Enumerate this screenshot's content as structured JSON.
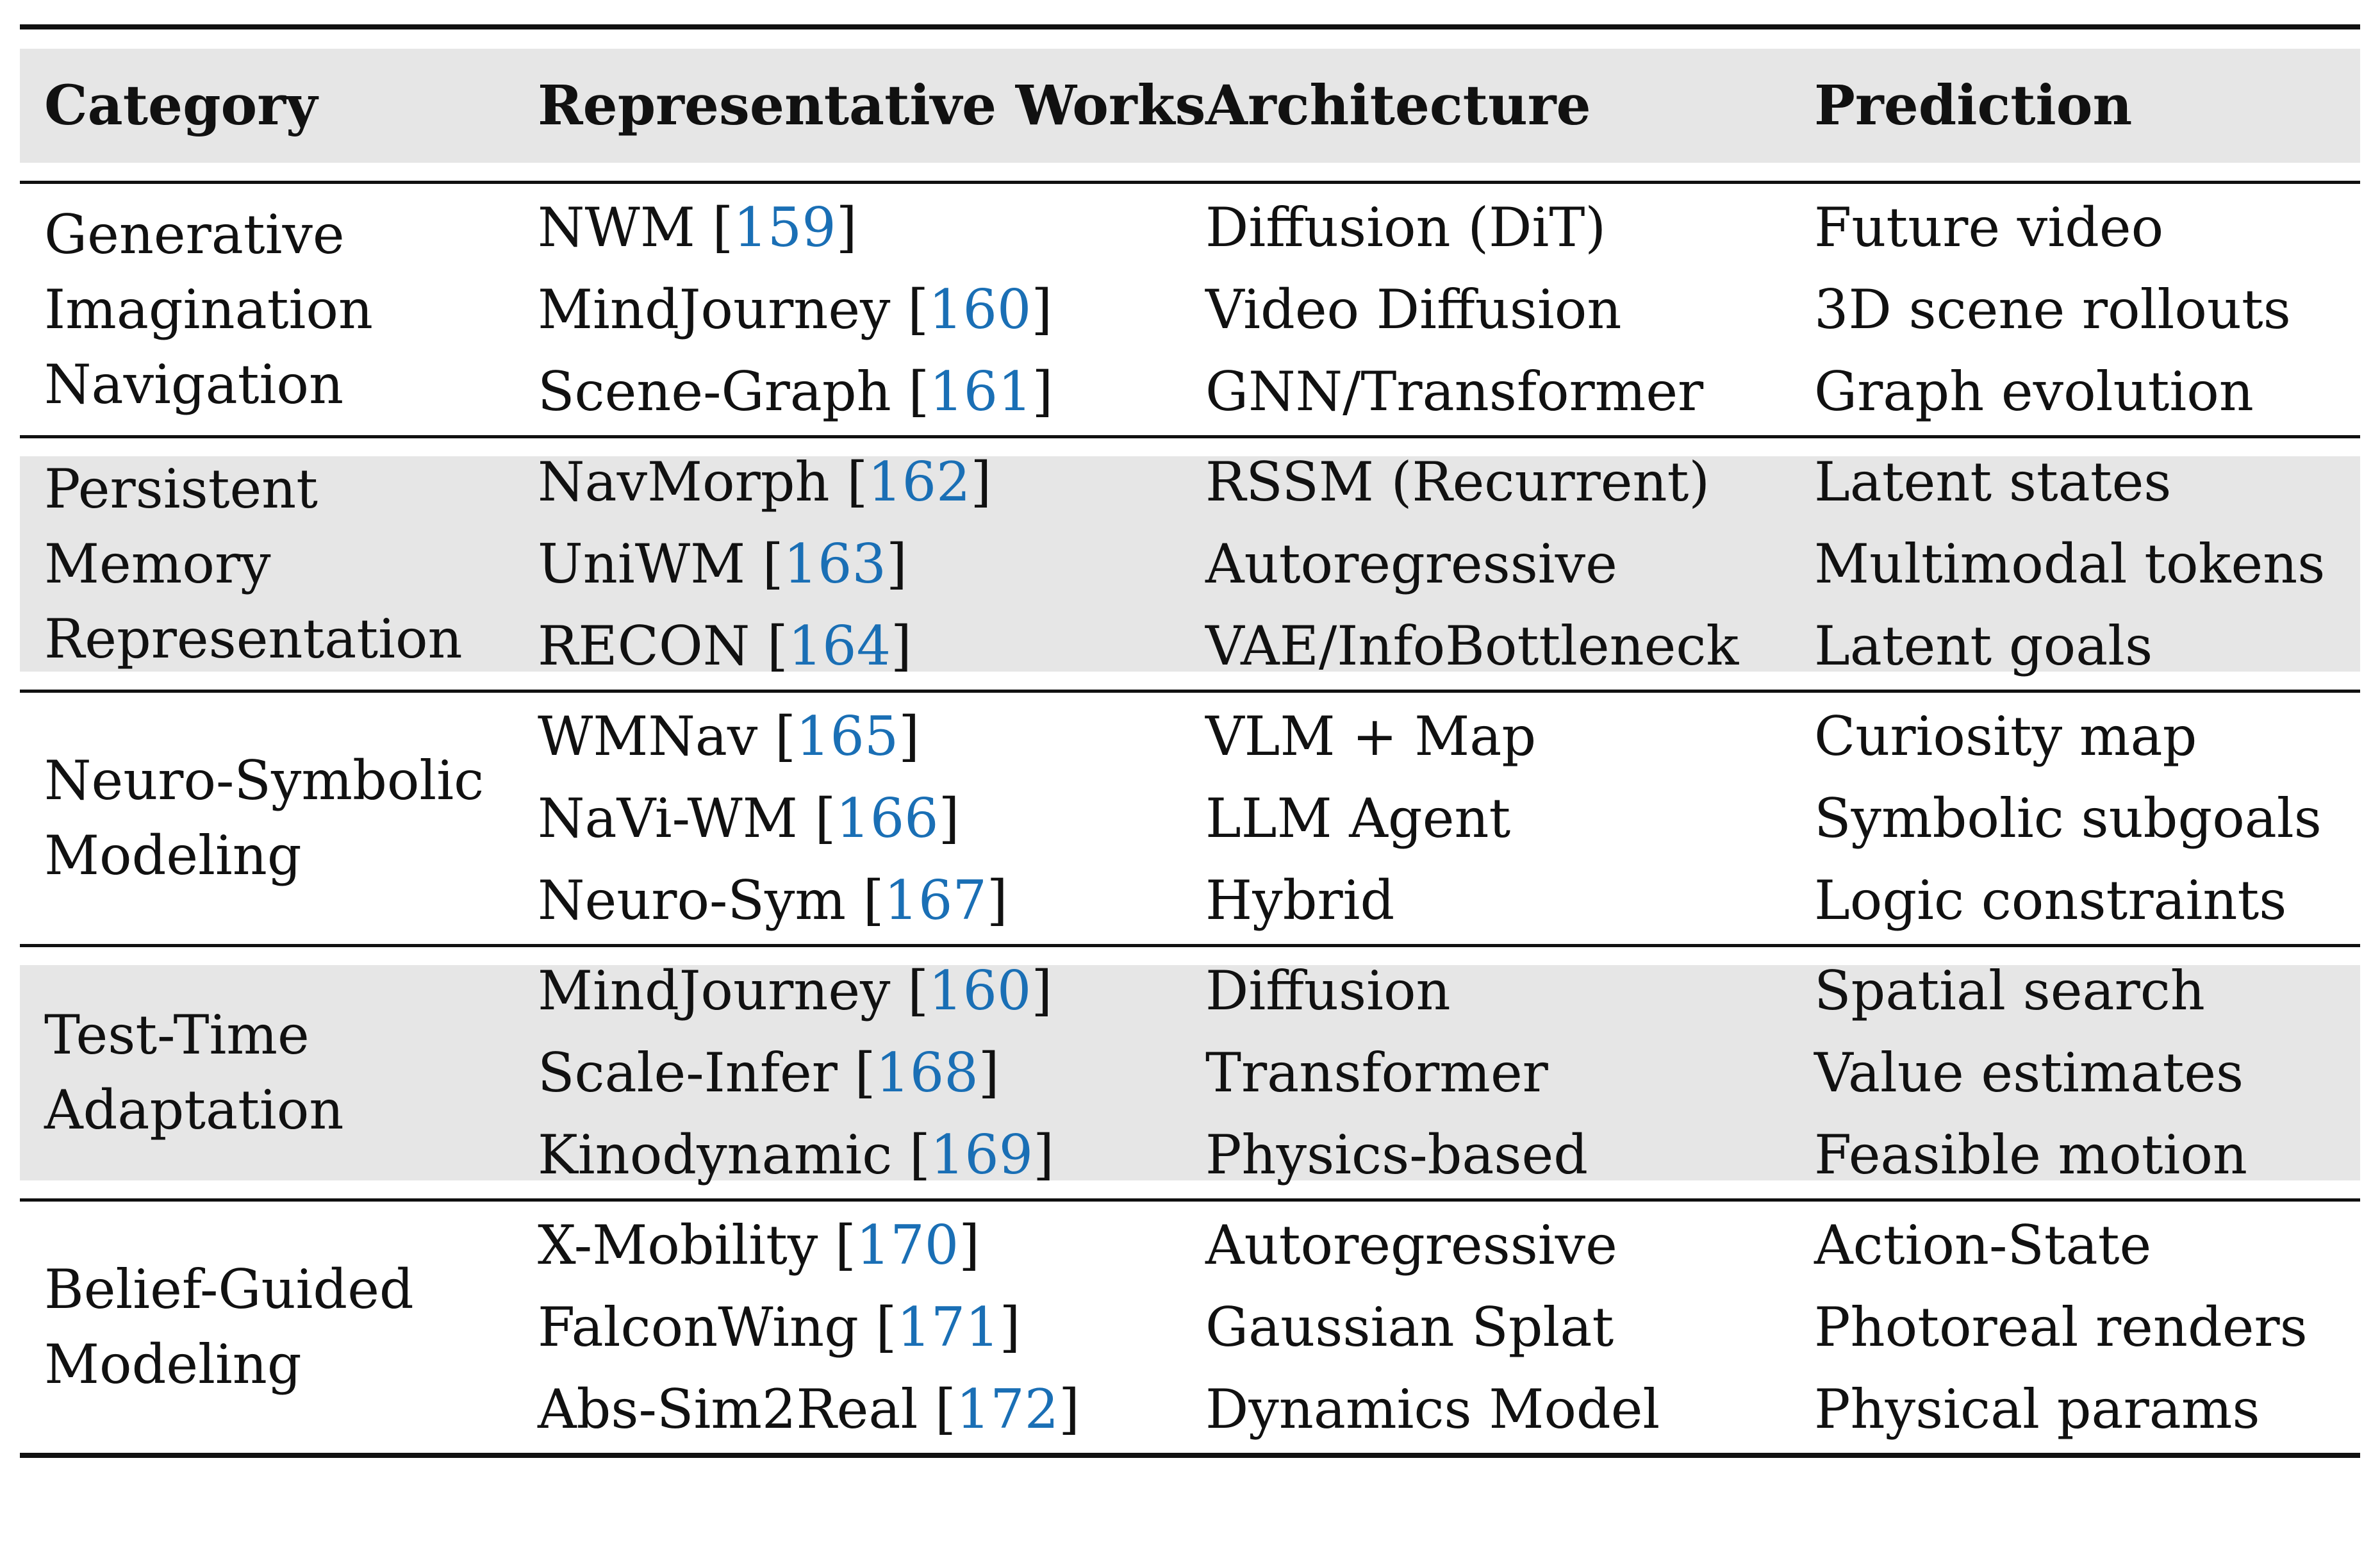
{
  "header": {
    "category": "Category",
    "works": "Representative Works",
    "architecture": "Architecture",
    "prediction": "Prediction"
  },
  "groups": [
    {
      "category": [
        "Generative",
        "Imagination",
        "Navigation"
      ],
      "rows": [
        {
          "work": "NWM",
          "ref": "159",
          "architecture": "Diffusion (DiT)",
          "prediction": "Future video"
        },
        {
          "work": "MindJourney",
          "ref": "160",
          "architecture": "Video Diffusion",
          "prediction": "3D scene rollouts"
        },
        {
          "work": "Scene-Graph",
          "ref": "161",
          "architecture": "GNN/Transformer",
          "prediction": "Graph evolution"
        }
      ]
    },
    {
      "category": [
        "Persistent",
        "Memory",
        "Representation"
      ],
      "rows": [
        {
          "work": "NavMorph",
          "ref": "162",
          "architecture": "RSSM (Recurrent)",
          "prediction": "Latent states"
        },
        {
          "work": "UniWM",
          "ref": "163",
          "architecture": "Autoregressive",
          "prediction": "Multimodal tokens"
        },
        {
          "work": "RECON",
          "ref": "164",
          "architecture": "VAE/InfoBottleneck",
          "prediction": "Latent goals"
        }
      ]
    },
    {
      "category": [
        "Neuro-Symbolic",
        "Modeling"
      ],
      "rows": [
        {
          "work": "WMNav",
          "ref": "165",
          "architecture": "VLM + Map",
          "prediction": "Curiosity map"
        },
        {
          "work": "NaVi-WM",
          "ref": "166",
          "architecture": "LLM Agent",
          "prediction": "Symbolic subgoals"
        },
        {
          "work": "Neuro-Sym",
          "ref": "167",
          "architecture": "Hybrid",
          "prediction": "Logic constraints"
        }
      ]
    },
    {
      "category": [
        "Test-Time",
        "Adaptation"
      ],
      "rows": [
        {
          "work": "MindJourney",
          "ref": "160",
          "architecture": "Diffusion",
          "prediction": "Spatial search"
        },
        {
          "work": "Scale-Infer",
          "ref": "168",
          "architecture": "Transformer",
          "prediction": "Value estimates"
        },
        {
          "work": "Kinodynamic",
          "ref": "169",
          "architecture": "Physics-based",
          "prediction": "Feasible motion"
        }
      ]
    },
    {
      "category": [
        "Belief-Guided",
        "Modeling"
      ],
      "rows": [
        {
          "work": "X-Mobility",
          "ref": "170",
          "architecture": "Autoregressive",
          "prediction": "Action-State"
        },
        {
          "work": "FalconWing",
          "ref": "171",
          "architecture": "Gaussian Splat",
          "prediction": "Photoreal renders"
        },
        {
          "work": "Abs-Sim2Real",
          "ref": "172",
          "architecture": "Dynamics Model",
          "prediction": "Physical params"
        }
      ]
    }
  ]
}
